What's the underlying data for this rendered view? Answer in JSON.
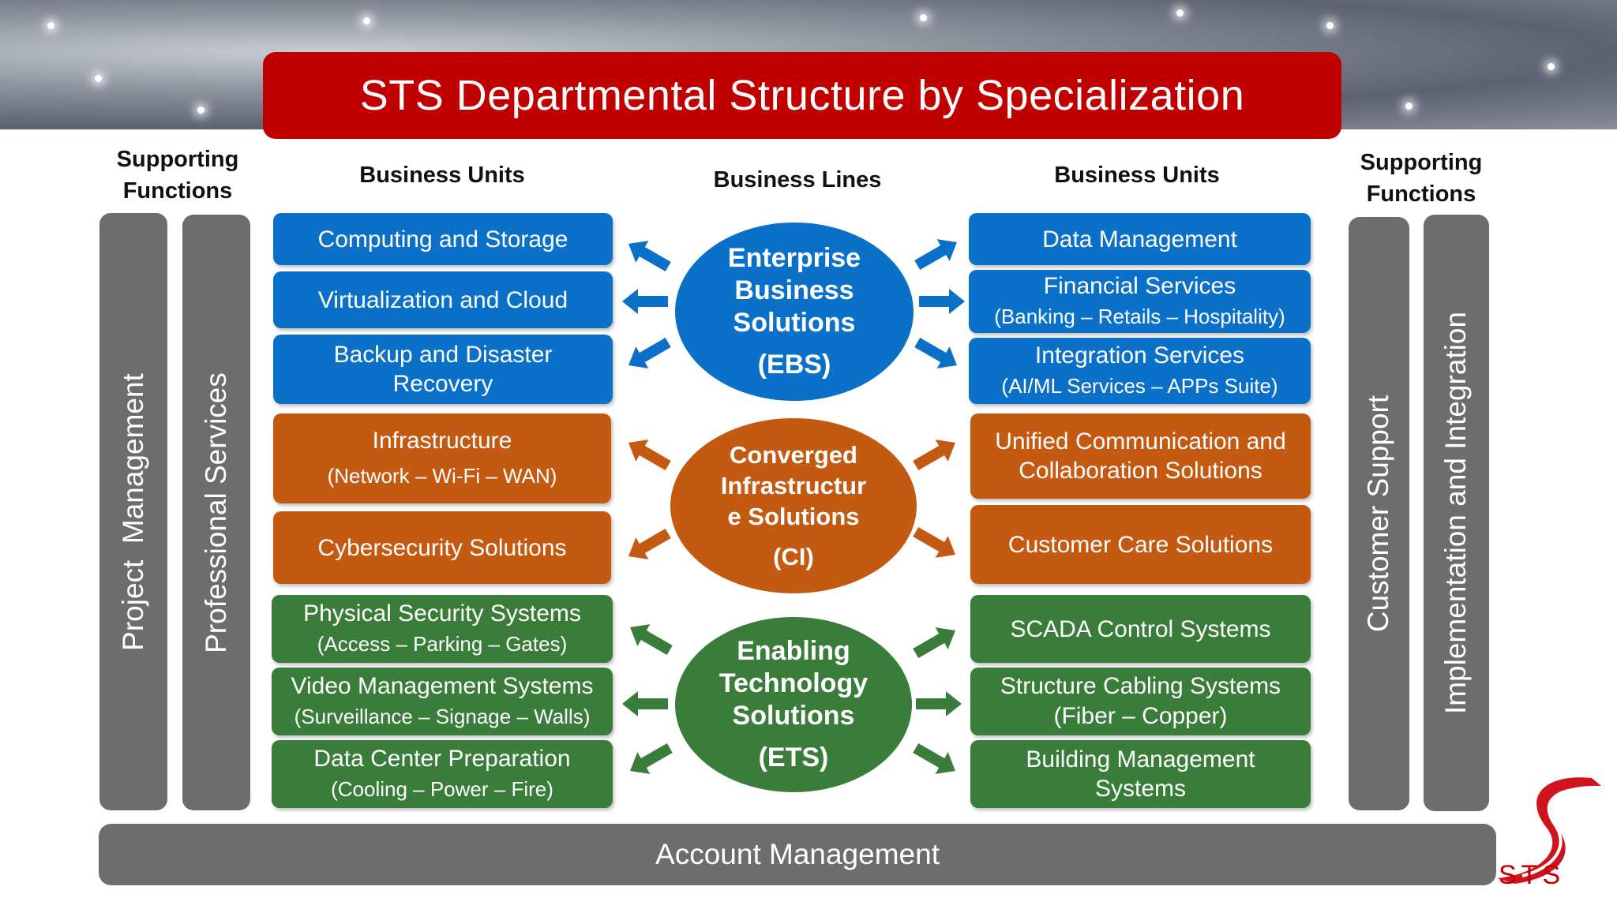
{
  "title": "STS Departmental Structure by Specialization",
  "headers": {
    "supporting_left": "Supporting Functions",
    "units_left": "Business Units",
    "lines": "Business Lines",
    "units_right": "Business Units",
    "supporting_right": "Supporting Functions"
  },
  "supporting_functions": {
    "left": [
      "Project  Management",
      "Professional Services"
    ],
    "right": [
      "Customer Support",
      "Implementation and Integration"
    ]
  },
  "business_lines": [
    {
      "name": "Enterprise Business Solutions",
      "abbr": "(EBS)",
      "color": "#0a70c8"
    },
    {
      "name": "Converged Infrastructur e Solutions",
      "abbr": "(CI)",
      "color": "#c45911"
    },
    {
      "name": "Enabling Technology Solutions",
      "abbr": "(ETS)",
      "color": "#3a7d3a"
    }
  ],
  "business_units_left": {
    "ebs": [
      {
        "label": "Computing and Storage"
      },
      {
        "label": "Virtualization and Cloud"
      },
      {
        "label": "Backup and Disaster Recovery"
      }
    ],
    "ci": [
      {
        "label": "Infrastructure",
        "sub": "(Network – Wi-Fi – WAN)"
      },
      {
        "label": "Cybersecurity Solutions"
      }
    ],
    "ets": [
      {
        "label": "Physical Security Systems",
        "sub": "(Access – Parking – Gates)"
      },
      {
        "label": "Video Management Systems",
        "sub": "(Surveillance – Signage – Walls)"
      },
      {
        "label": "Data Center Preparation",
        "sub": "(Cooling – Power – Fire)"
      }
    ]
  },
  "business_units_right": {
    "ebs": [
      {
        "label": "Data Management"
      },
      {
        "label": "Financial Services",
        "sub": "(Banking – Retails – Hospitality)"
      },
      {
        "label": "Integration Services",
        "sub": "(AI/ML Services – APPs Suite)"
      }
    ],
    "ci": [
      {
        "label": "Unified Communication and Collaboration Solutions"
      },
      {
        "label": "Customer Care Solutions"
      }
    ],
    "ets": [
      {
        "label": "SCADA Control Systems"
      },
      {
        "label": "Structure Cabling Systems",
        "sub": "(Fiber – Copper)"
      },
      {
        "label": "Building Management Systems"
      }
    ]
  },
  "account_management": "Account Management",
  "logo_text": "STS"
}
